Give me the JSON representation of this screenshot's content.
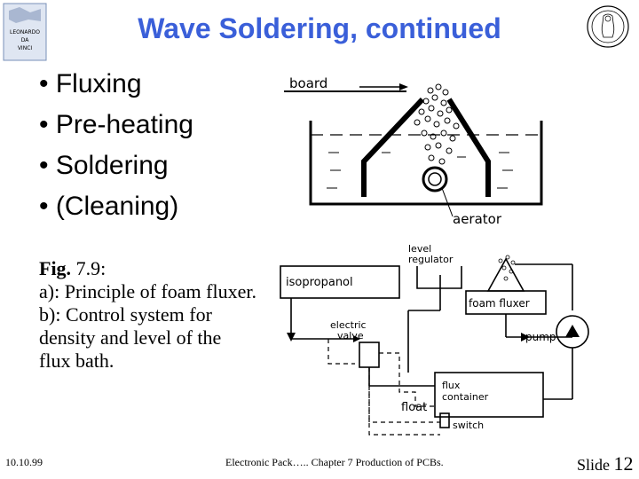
{
  "slide": {
    "title": "Wave Soldering, continued",
    "bullets": [
      "• Fluxing",
      "• Pre-heating",
      "• Soldering",
      "• (Cleaning)"
    ],
    "caption": {
      "fig_word": "Fig.",
      "fig_number": " 7.9:",
      "line_a": "a): Principle of foam fluxer.",
      "line_b": "b): Control system for density and level of the flux bath."
    },
    "footer": {
      "date": "10.10.99",
      "center": "Electronic Pack….. Chapter 7 Production of PCBs.",
      "slide_label": "Slide ",
      "slide_number": "12"
    }
  },
  "logo_left": {
    "lines": [
      "LEONARDO",
      "DA",
      "VINCI"
    ]
  },
  "figure_a": {
    "board_label": "board",
    "aerator_label": "aerator"
  },
  "figure_b": {
    "level_regulator_label_1": "level",
    "level_regulator_label_2": "regulator",
    "isopropanol_label": "isopropanol",
    "foam_fluxer_label": "foam fluxer",
    "electric_valve_label_1": "electric",
    "electric_valve_label_2": "valve",
    "pump_label": "pump",
    "flux_container_label_1": "flux",
    "flux_container_label_2": "container",
    "float_label": "float",
    "switch_label": "switch"
  },
  "colors": {
    "title": "#3a5fd9",
    "logo": "#7a90b8"
  }
}
